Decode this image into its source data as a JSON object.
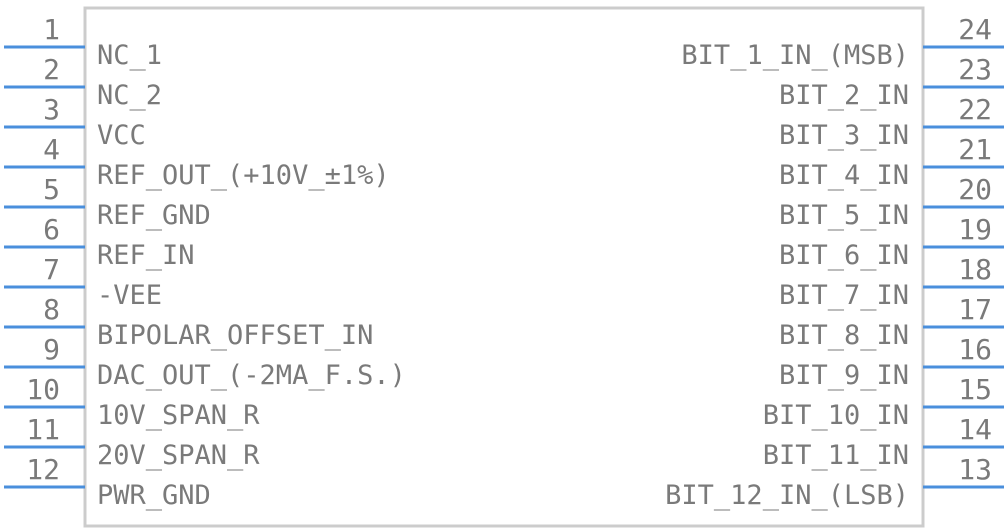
{
  "component": {
    "colors": {
      "body_outline": "#cccccc",
      "pin_line": "#4a8fdc",
      "text": "#7a7a7a"
    },
    "left_pins": [
      {
        "number": "1",
        "label": "NC_1"
      },
      {
        "number": "2",
        "label": "NC_2"
      },
      {
        "number": "3",
        "label": "VCC"
      },
      {
        "number": "4",
        "label": "REF_OUT_(+10V_±1%)"
      },
      {
        "number": "5",
        "label": "REF_GND"
      },
      {
        "number": "6",
        "label": "REF_IN"
      },
      {
        "number": "7",
        "label": "-VEE"
      },
      {
        "number": "8",
        "label": "BIPOLAR_OFFSET_IN"
      },
      {
        "number": "9",
        "label": "DAC_OUT_(-2MA_F.S.)"
      },
      {
        "number": "10",
        "label": "10V_SPAN_R"
      },
      {
        "number": "11",
        "label": "20V_SPAN_R"
      },
      {
        "number": "12",
        "label": "PWR_GND"
      }
    ],
    "right_pins": [
      {
        "number": "24",
        "label": "BIT_1_IN_(MSB)"
      },
      {
        "number": "23",
        "label": "BIT_2_IN"
      },
      {
        "number": "22",
        "label": "BIT_3_IN"
      },
      {
        "number": "21",
        "label": "BIT_4_IN"
      },
      {
        "number": "20",
        "label": "BIT_5_IN"
      },
      {
        "number": "19",
        "label": "BIT_6_IN"
      },
      {
        "number": "18",
        "label": "BIT_7_IN"
      },
      {
        "number": "17",
        "label": "BIT_8_IN"
      },
      {
        "number": "16",
        "label": "BIT_9_IN"
      },
      {
        "number": "15",
        "label": "BIT_10_IN"
      },
      {
        "number": "14",
        "label": "BIT_11_IN"
      },
      {
        "number": "13",
        "label": "BIT_12_IN_(LSB)"
      }
    ]
  }
}
